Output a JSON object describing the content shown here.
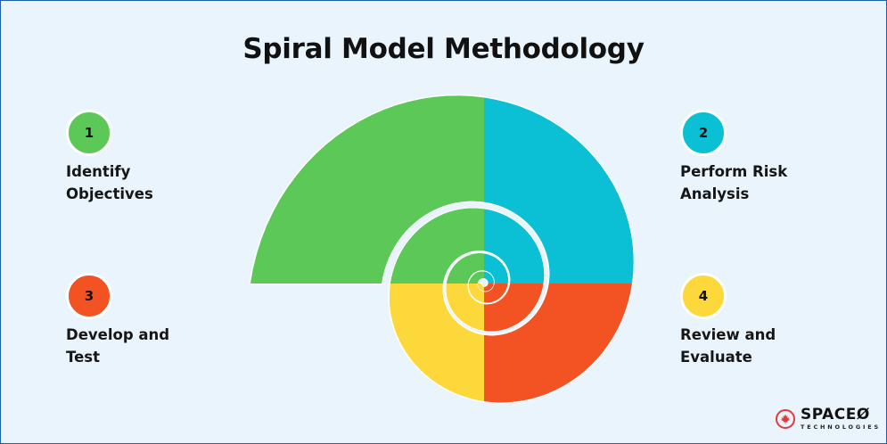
{
  "title": "Spiral Model Methodology",
  "steps": [
    {
      "number": "1",
      "label_line1": "Identify",
      "label_line2": "Objectives",
      "color": "#5cc858"
    },
    {
      "number": "2",
      "label_line1": "Perform Risk",
      "label_line2": "Analysis",
      "color": "#0bbfd4"
    },
    {
      "number": "3",
      "label_line1": "Develop and",
      "label_line2": "Test",
      "color": "#f35222"
    },
    {
      "number": "4",
      "label_line1": "Review and",
      "label_line2": "Evaluate",
      "color": "#fdd83a"
    }
  ],
  "spiral": {
    "quadrant_colors": {
      "top_left": "#5cc858",
      "top_right": "#0bbfd4",
      "bottom_right": "#f35222",
      "bottom_left": "#fdd83a"
    },
    "background": "#eaf4fd"
  },
  "logo": {
    "name": "SPACEØ",
    "subtitle": "TECHNOLOGIES",
    "accent": "#e03a3a"
  }
}
